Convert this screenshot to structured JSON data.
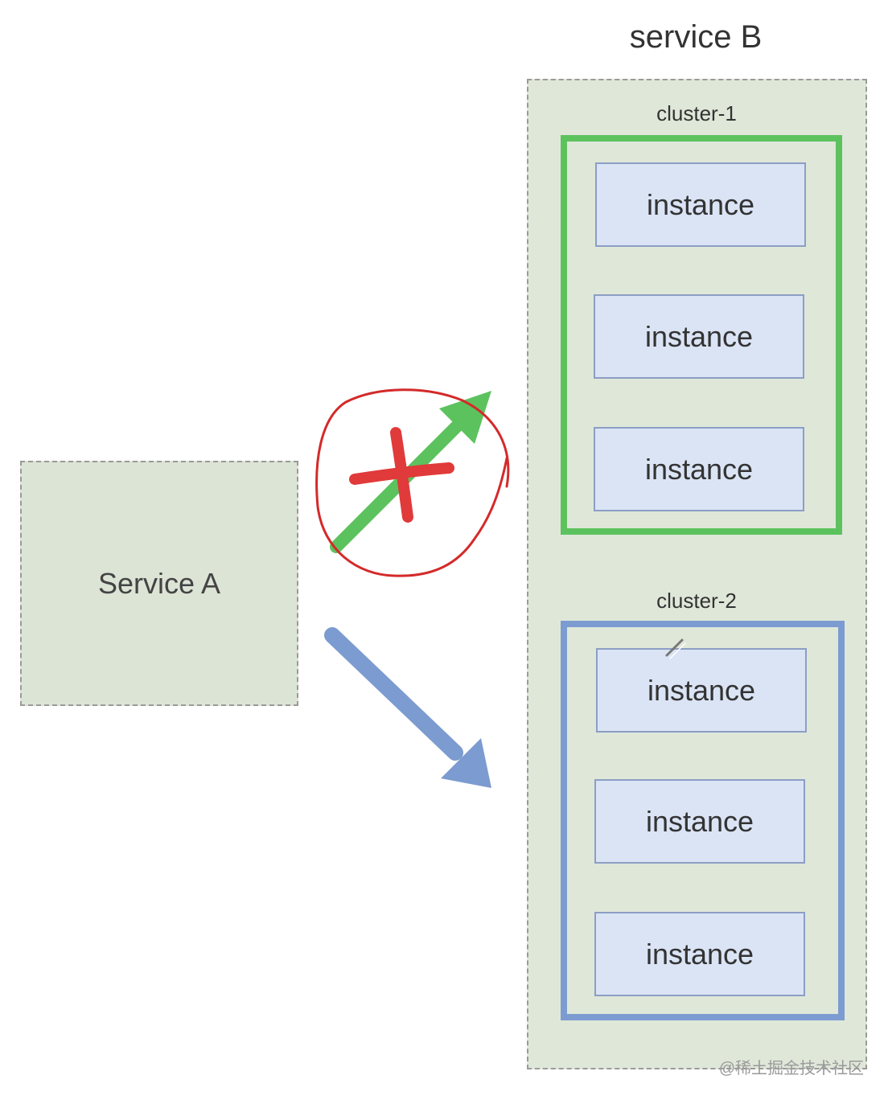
{
  "service_a": {
    "label": "Service A"
  },
  "service_b": {
    "title": "service B",
    "clusters": [
      {
        "label": "cluster-1",
        "instances": [
          "instance",
          "instance",
          "instance"
        ]
      },
      {
        "label": "cluster-2",
        "instances": [
          "instance",
          "instance",
          "instance"
        ]
      }
    ]
  },
  "watermark": "@稀土掘金技术社区",
  "colors": {
    "service_fill": "#dce4d6",
    "cluster_1_border": "#5cc25e",
    "cluster_2_border": "#7c9bd0",
    "instance_fill": "#dae4f5",
    "blocked_arrow": "#5cc25e",
    "active_arrow": "#7c9bd0",
    "cross_mark": "#e03a3a",
    "circle_annotation": "#d42a2a"
  },
  "icons": {
    "blocked_path": "red-cross-icon",
    "annotation": "hand-drawn-circle"
  }
}
